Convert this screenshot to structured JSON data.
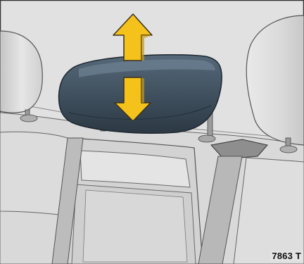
{
  "figure": {
    "code": "7863 T",
    "adjustment_directions": [
      "up",
      "down"
    ]
  },
  "colors": {
    "background": "#e1e1e1",
    "headrest_active": "#3b4a56",
    "arrow": "#f5c21b",
    "arrow_outline": "#3a3020",
    "line": "#555555",
    "frame": "#333333"
  }
}
